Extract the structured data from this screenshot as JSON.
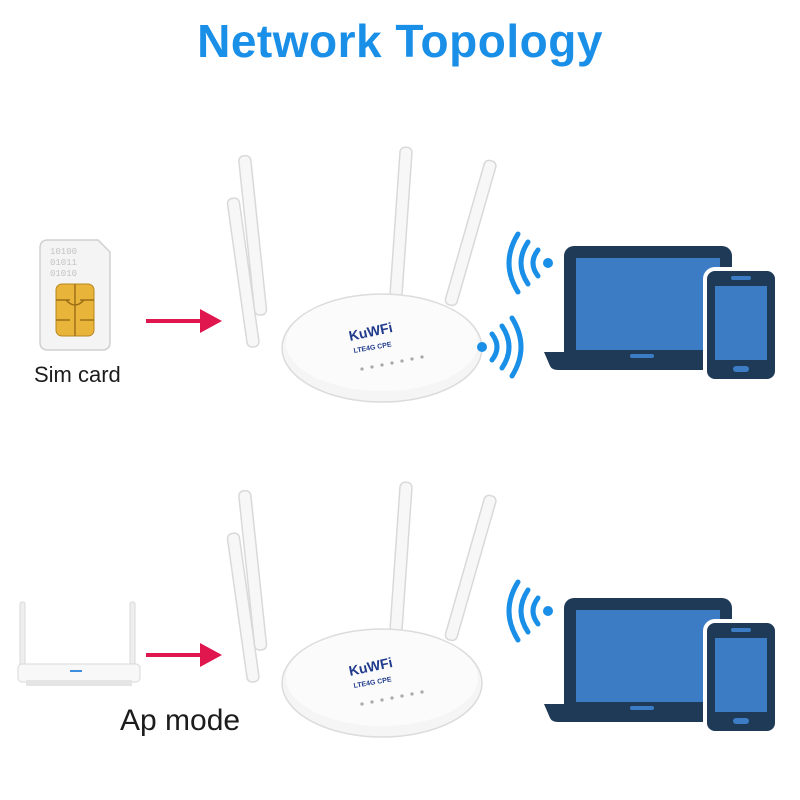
{
  "title": "Network Topology",
  "rows": [
    {
      "source_label": "Sim card",
      "source_type": "sim-card",
      "device_brand": "KuWFi",
      "device_model": "LTE4G CPE",
      "sim_digits": [
        "10100",
        "01011",
        "01010"
      ]
    },
    {
      "source_label": "Ap mode",
      "source_type": "wifi-router",
      "device_brand": "KuWFi",
      "device_model": "LTE4G CPE"
    }
  ],
  "colors": {
    "title": "#1a8fe8",
    "arrow": "#e0174f",
    "device_dark": "#1f3a57",
    "screen": "#3b7cc4",
    "wifi": "#1a8fe8"
  }
}
